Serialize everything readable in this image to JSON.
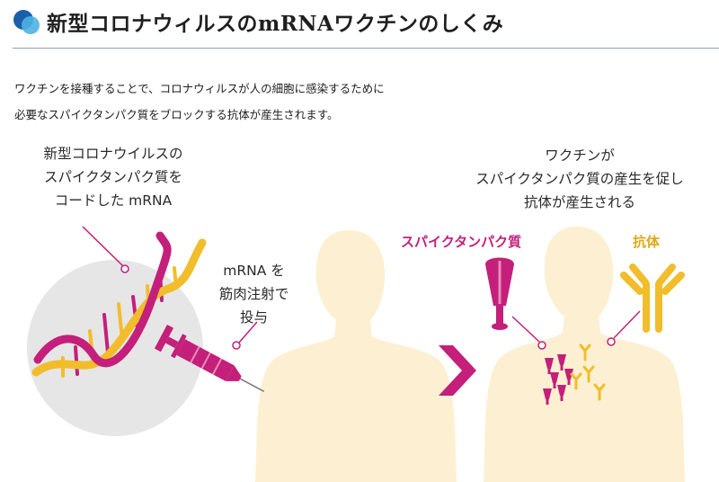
{
  "header": {
    "title": "新型コロナウィルスのmRNAワクチンのしくみ",
    "accent_colors": [
      "#1a5fa8",
      "#4fb3e6"
    ]
  },
  "intro": {
    "line1": "ワクチンを接種することで、コロナウィルスが人の細胞に感染するために",
    "line2": "必要なスパイクタンパク質をブロックする抗体が産生されます。"
  },
  "diagram": {
    "left_label": [
      "新型コロナウイルスの",
      "スパイクタンパク質を",
      "コードした mRNA"
    ],
    "middle_label": [
      "mRNA を",
      "筋肉注射で",
      "投与"
    ],
    "right_label": [
      "ワクチンが",
      "スパイクタンパク質の産生を促し",
      "抗体が産生される"
    ],
    "spike_label": "スパイクタンパク質",
    "antibody_label": "抗体",
    "colors": {
      "body": "#fdf0d2",
      "magenta": "#c41f7a",
      "yellow": "#f1bd2a",
      "circle": "#e6e6e6"
    }
  }
}
